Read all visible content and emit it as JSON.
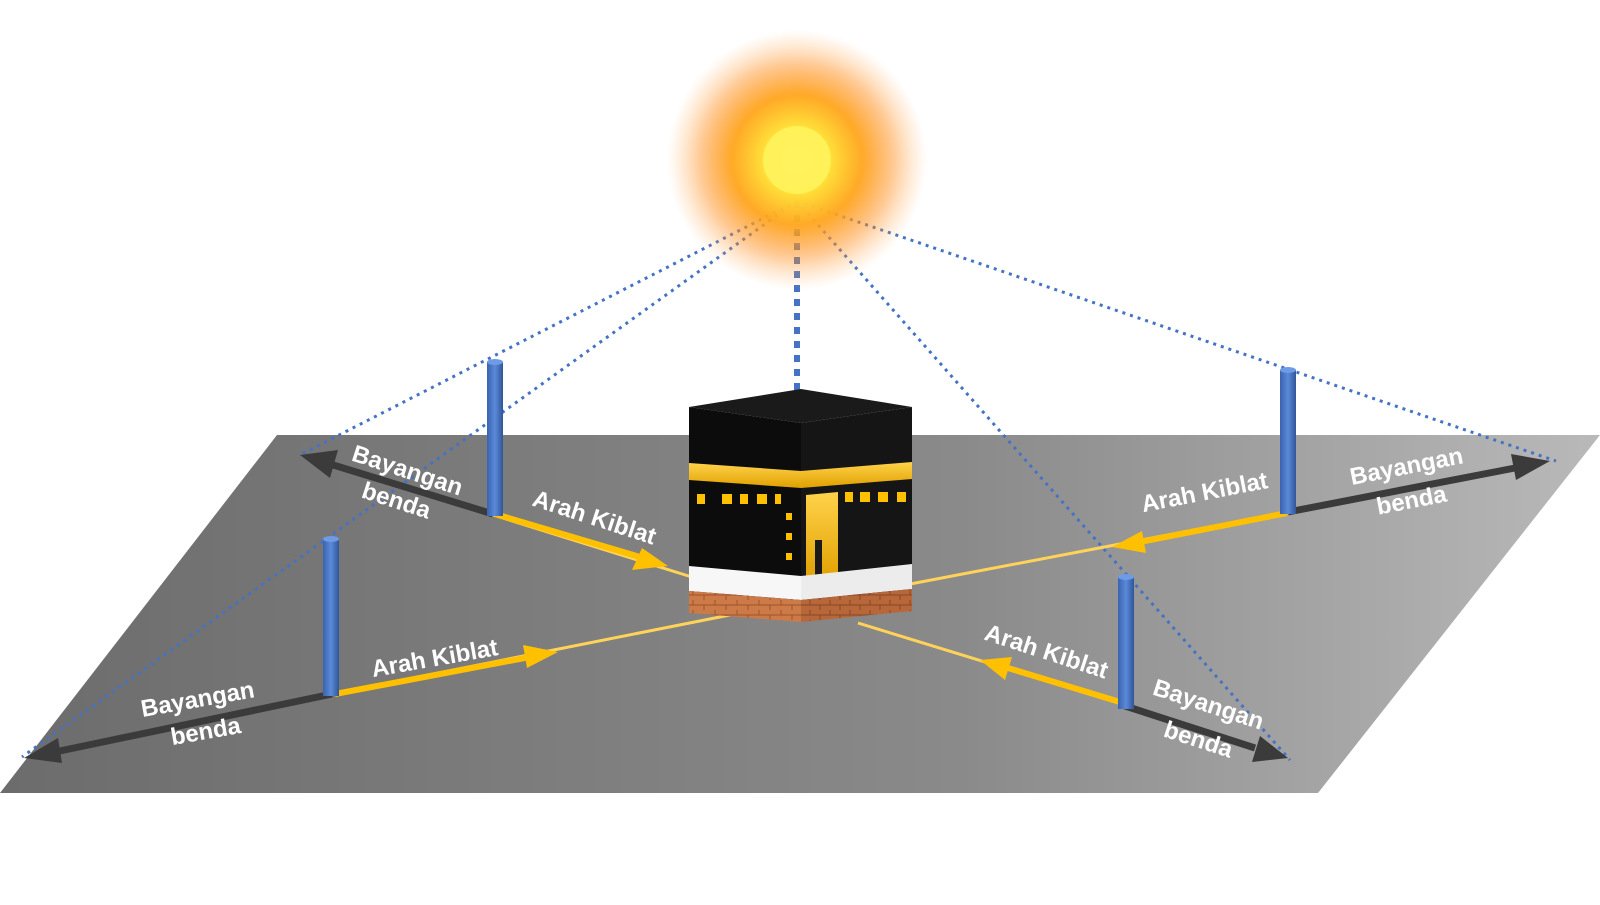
{
  "labels": {
    "shadow_line1": "Bayangan",
    "shadow_line2": "benda",
    "qibla": "Arah Kiblat"
  },
  "colors": {
    "ground_dark": "#6f6f6f",
    "ground_light": "#b4b4b4",
    "pole": "#4472c4",
    "sight_line": "#4472c4",
    "qibla_arrow": "#ffc000",
    "shadow_arrow": "#404040",
    "sun_core": "#ffe94a",
    "sun_glow": "#ff8c00"
  },
  "icons": {
    "sun": "sun-icon",
    "kaaba": "kaaba-icon",
    "pole": "pole-icon"
  }
}
